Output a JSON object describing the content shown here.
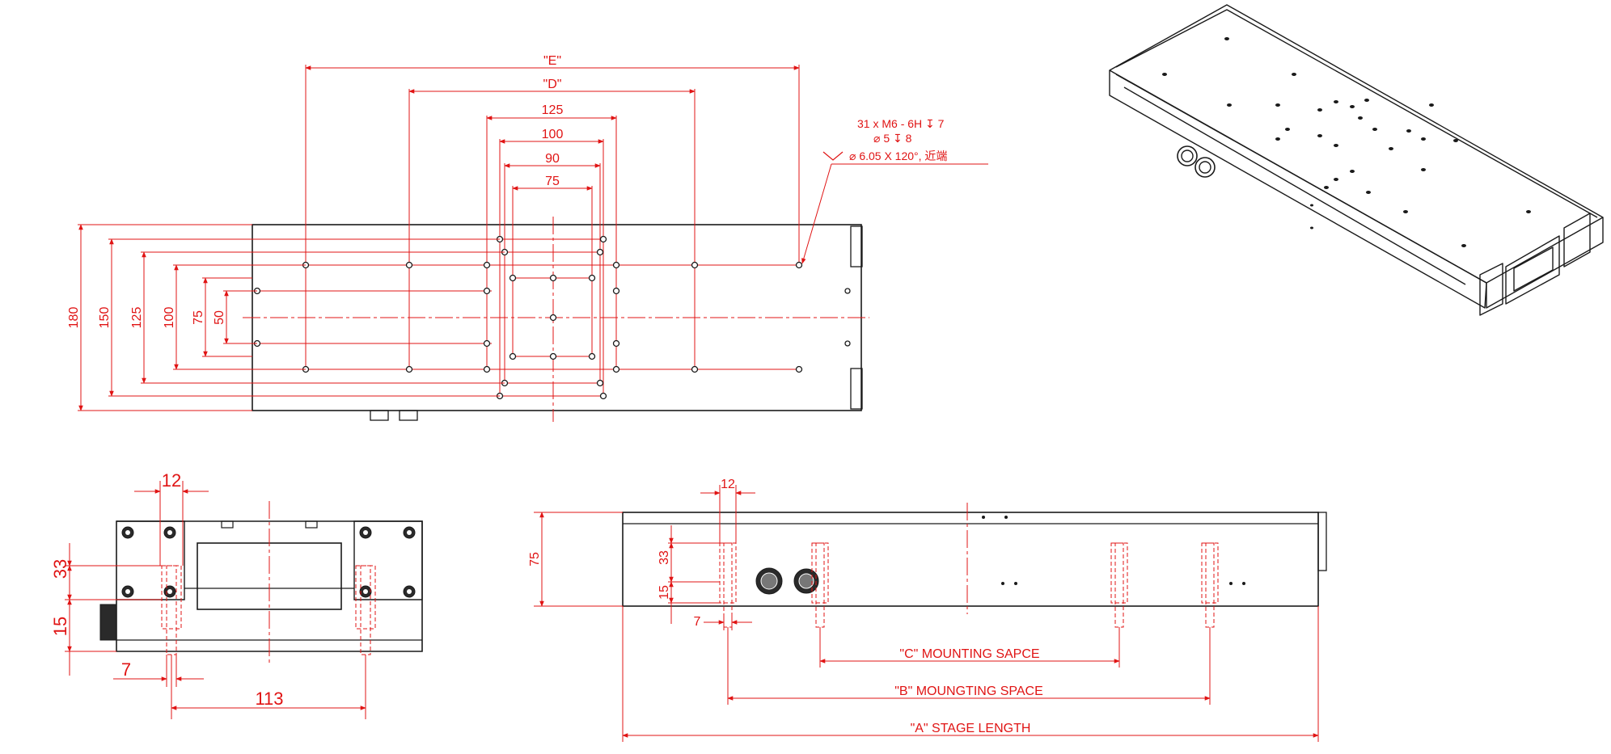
{
  "colors": {
    "dimension": "#e01414",
    "outline": "#1a1a1a",
    "background": "#ffffff"
  },
  "top_view": {
    "dims_horizontal": [
      "\"E\"",
      "\"D\"",
      "125",
      "100",
      "90",
      "75"
    ],
    "dims_vertical": [
      "180",
      "150",
      "125",
      "100",
      "75",
      "50"
    ],
    "hole_note": {
      "line1": "31 x  M6 - 6H ↧ 7",
      "line2": "⌀ 5 ↧ 8",
      "line3": "⌀ 6.05 X 120°, 近端"
    }
  },
  "end_view": {
    "dim_width_top": "12",
    "dim_height_33": "33",
    "dim_height_15": "15",
    "dim_7": "7",
    "dim_113": "113"
  },
  "side_view": {
    "dim_height": "75",
    "dim_12": "12",
    "dim_33": "33",
    "dim_15": "15",
    "dim_7": "7",
    "label_c": "\"C\" MOUNTING SAPCE",
    "label_b": "\"B\" MOUNGTING SPACE",
    "label_a": "\"A\" STAGE LENGTH"
  }
}
